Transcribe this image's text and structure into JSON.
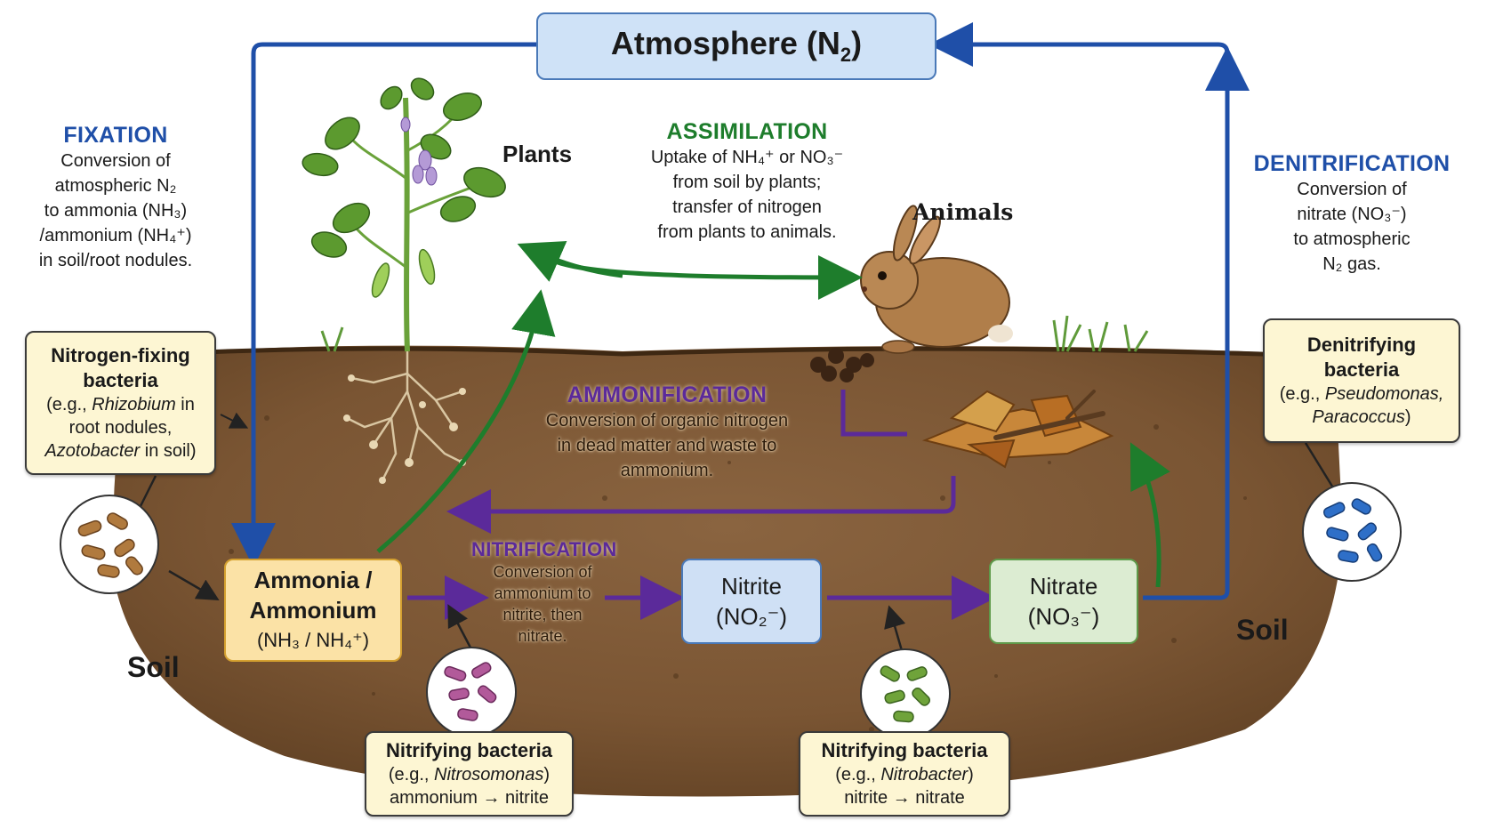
{
  "atmosphere": {
    "label": "Atmosphere (N",
    "sub": "2",
    "close": ")"
  },
  "fixation": {
    "title": "FIXATION",
    "lines": [
      "Conversion of",
      "atmospheric N₂",
      "to ammonia (NH₃)",
      "/ammonium (NH₄⁺)",
      "in soil/root nodules."
    ]
  },
  "plants_label": "Plants",
  "animals_label": "Animals",
  "assimilation": {
    "title": "ASSIMILATION",
    "lines": [
      "Uptake of NH₄⁺ or NO₃⁻",
      "from soil by plants;",
      "transfer of nitrogen",
      "from plants to animals."
    ]
  },
  "denitrification": {
    "title": "DENITRIFICATION",
    "lines": [
      "Conversion of",
      "nitrate (NO₃⁻)",
      "to atmospheric",
      "N₂ gas."
    ]
  },
  "ammonification": {
    "title": "AMMONIFICATION",
    "lines": [
      "Conversion of organic nitrogen",
      "in dead matter and waste to",
      "ammonium."
    ]
  },
  "nitrification": {
    "title": "NITRIFICATION",
    "lines": [
      "Conversion of",
      "ammonium to",
      "nitrite, then",
      "nitrate."
    ]
  },
  "nodes": {
    "ammonium": {
      "line1": "Ammonia /",
      "line2": "Ammonium",
      "line3": "(NH₃ / NH₄⁺)"
    },
    "nitrite": {
      "line1": "Nitrite",
      "line2": "(NO₂⁻)"
    },
    "nitrate": {
      "line1": "Nitrate",
      "line2": "(NO₃⁻)"
    }
  },
  "notes": {
    "nitrogen_fixing": {
      "title1": "Nitrogen-fixing",
      "title2": "bacteria",
      "pre": "(e.g., ",
      "genus1": "Rhizobium",
      "mid": " in",
      "line3": "root nodules,",
      "genus2": "Azotobacter",
      "post": " in soil)"
    },
    "denitrifying": {
      "title1": "Denitrifying",
      "title2": "bacteria",
      "pre": "(e.g., ",
      "genus1": "Pseudomonas,",
      "genus2": "Paracoccus",
      "post": ")"
    },
    "nitrosomonas": {
      "title": "Nitrifying bacteria",
      "pre": "(e.g., ",
      "genus": "Nitrosomonas",
      "post": ")",
      "line3": "ammonium → nitrite"
    },
    "nitrobacter": {
      "title": "Nitrifying bacteria",
      "pre": "(e.g., ",
      "genus": "Nitrobacter",
      "post": ")",
      "line3": "nitrite → nitrate"
    }
  },
  "soil_left": "Soil",
  "soil_right": "Soil",
  "colors": {
    "fixation_blue": "#1f4fa8",
    "assimilation_green": "#1e7d2c",
    "nitrification_purple": "#5b2a9a",
    "ammonification_purple": "#5b2a9a",
    "soil_brown": "#6b4a2b",
    "note_fill": "#fdf6d3",
    "ammonium_fill": "#fbe2a6",
    "nitrite_fill": "#cfe0f5",
    "nitrate_fill": "#dcecd2",
    "atmosphere_fill": "#cfe2f7"
  }
}
